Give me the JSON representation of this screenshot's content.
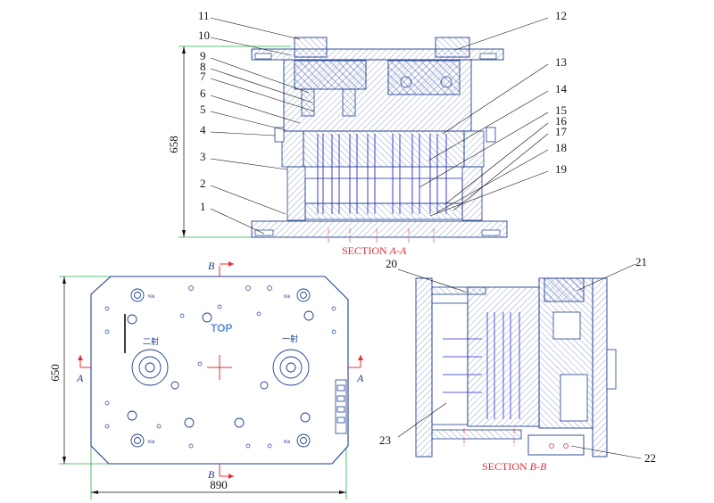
{
  "section_aa": {
    "title_prefix": "SECTION ",
    "title_letters": "A-A",
    "dimension_height": "658"
  },
  "section_bb": {
    "title_prefix": "SECTION ",
    "title_letters": "B-B"
  },
  "plan_view": {
    "dimension_width": "890",
    "dimension_height": "650",
    "top_label": "TOP",
    "left_gate_label": "二射",
    "right_gate_label": "一射",
    "cut_a": "A",
    "cut_b": "B",
    "bolt_mark": "M30"
  },
  "callouts": [
    "1",
    "2",
    "3",
    "4",
    "5",
    "6",
    "7",
    "8",
    "9",
    "10",
    "11",
    "12",
    "13",
    "14",
    "15",
    "16",
    "17",
    "18",
    "19",
    "20",
    "21",
    "22",
    "23"
  ],
  "colors": {
    "outline": "#1f3f8f",
    "hatch": "#4a63b0",
    "cooling": "#2a2ad0",
    "dimension_line": "#22b14c",
    "section_title": "#e0303a",
    "centerline": "#e0303a"
  }
}
